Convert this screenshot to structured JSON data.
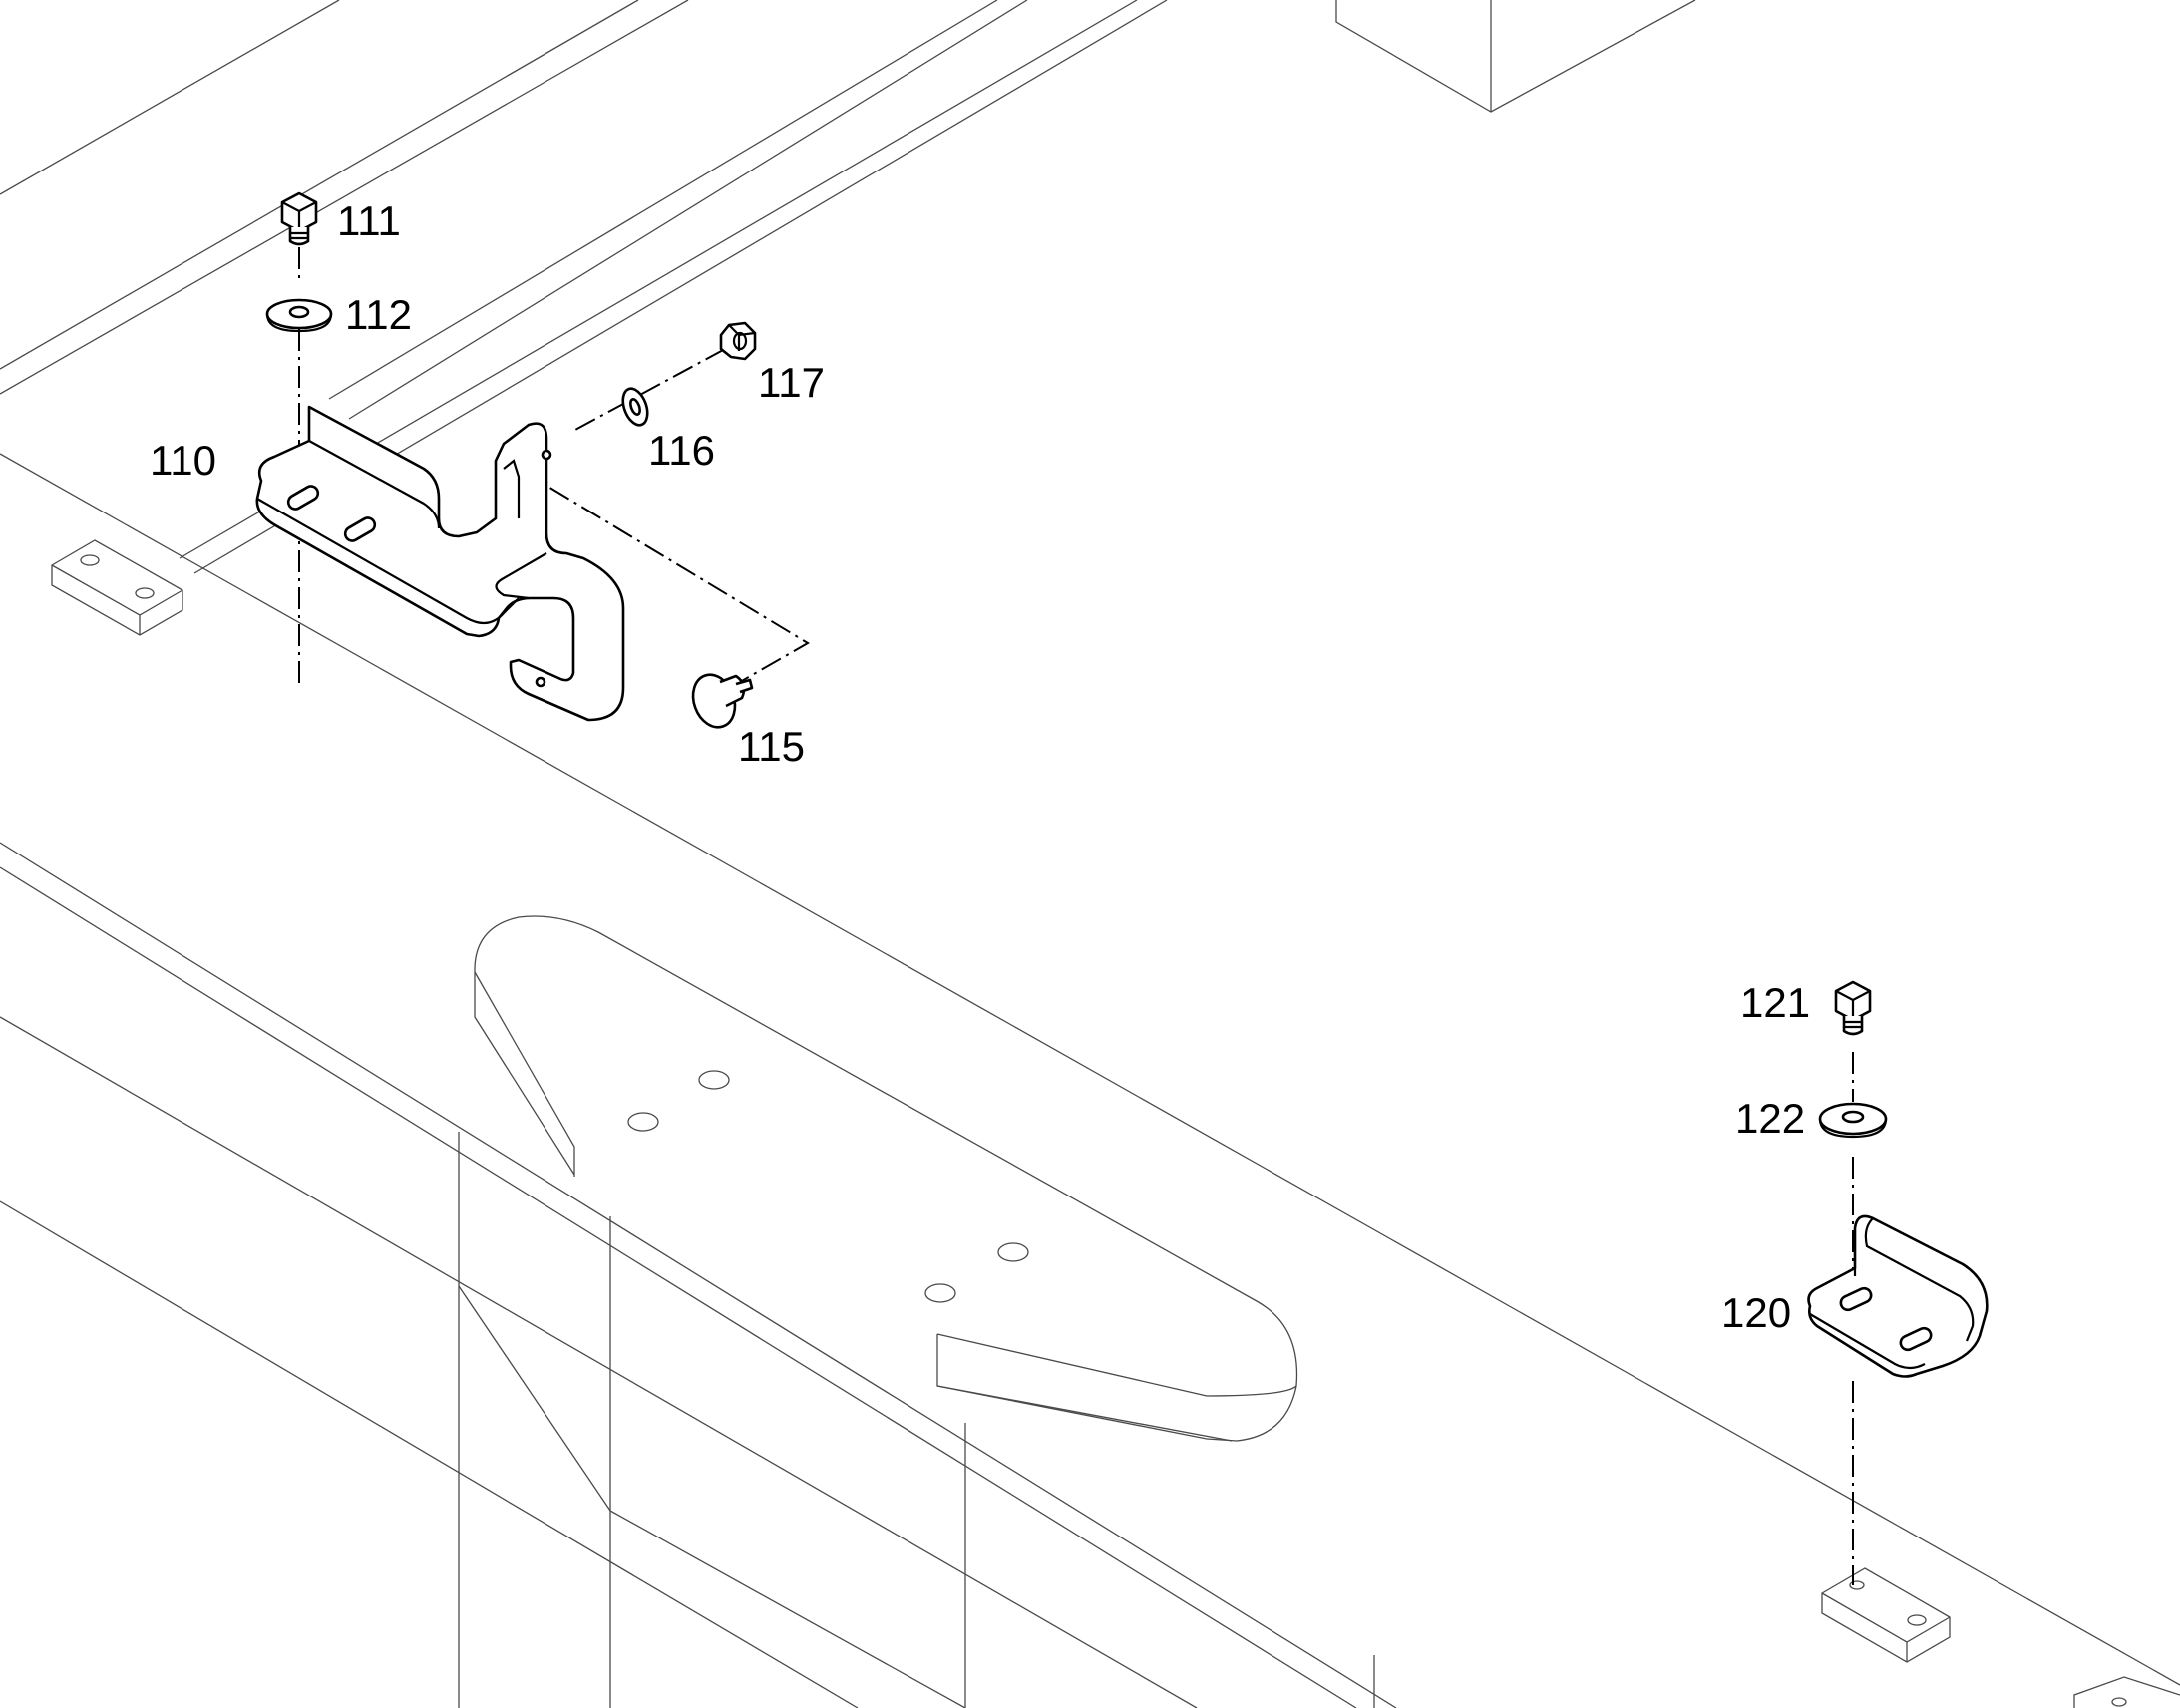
{
  "diagram": {
    "callouts": {
      "bracket_front": "110",
      "bolt_front": "111",
      "washer_front": "112",
      "knob": "115",
      "lock_washer": "116",
      "nut": "117",
      "bracket_rear": "120",
      "bolt_rear": "121",
      "washer_rear": "122"
    }
  }
}
